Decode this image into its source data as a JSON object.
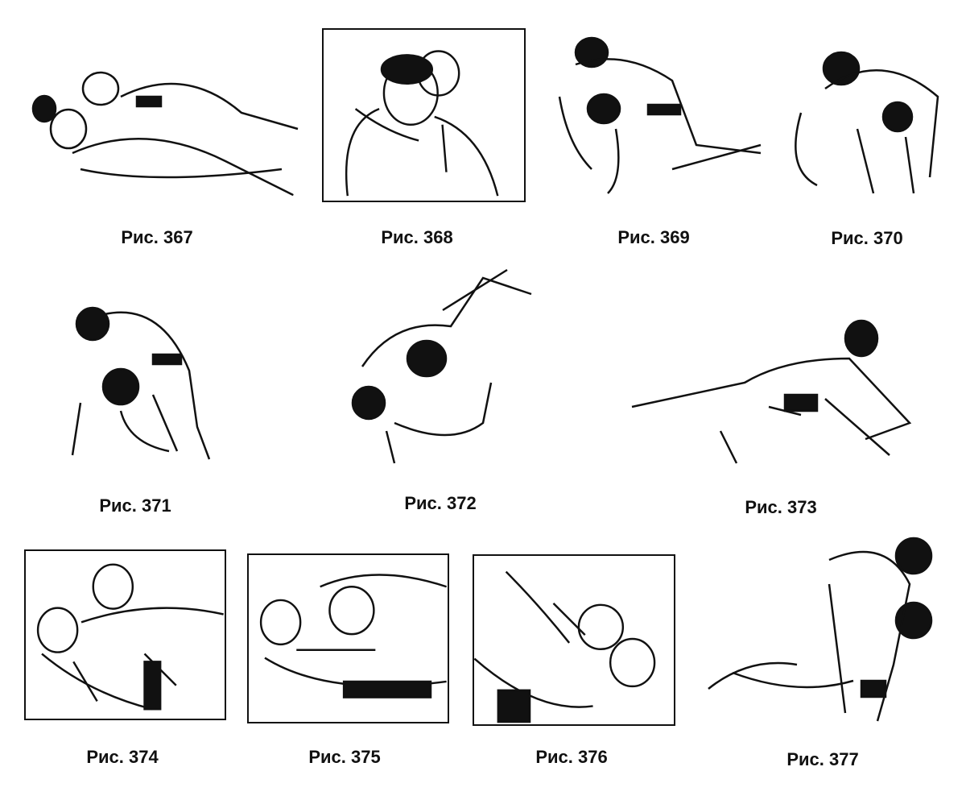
{
  "figures": [
    {
      "caption": "Рис. 367",
      "framed": false
    },
    {
      "caption": "Рис. 368",
      "framed": true
    },
    {
      "caption": "Рис. 369",
      "framed": false
    },
    {
      "caption": "Рис. 370",
      "framed": false
    },
    {
      "caption": "Рис. 371",
      "framed": false
    },
    {
      "caption": "Рис. 372",
      "framed": false
    },
    {
      "caption": "Рис. 373",
      "framed": false
    },
    {
      "caption": "Рис. 374",
      "framed": true
    },
    {
      "caption": "Рис. 375",
      "framed": true
    },
    {
      "caption": "Рис. 376",
      "framed": true
    },
    {
      "caption": "Рис. 377",
      "framed": false
    }
  ]
}
